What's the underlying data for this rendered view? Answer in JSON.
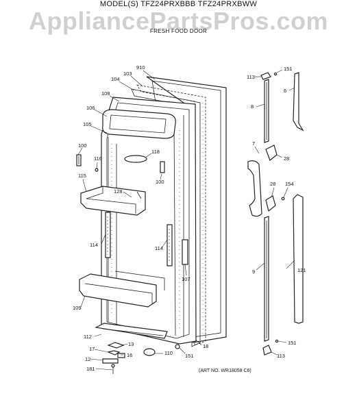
{
  "header": {
    "title": "MODEL(S) TFZ24PRXBBB  TFZ24PRXBWW",
    "subtitle": "FRESH FOOD DOOR",
    "watermark": "AppliancePartsPros.com"
  },
  "footer": {
    "art_no": "(ART NO. WR18058 C6)"
  },
  "callouts": [
    {
      "id": "910"
    },
    {
      "id": "103"
    },
    {
      "id": "104"
    },
    {
      "id": "108"
    },
    {
      "id": "106"
    },
    {
      "id": "105"
    },
    {
      "id": "100"
    },
    {
      "id": "116"
    },
    {
      "id": "115"
    },
    {
      "id": "118"
    },
    {
      "id": "128"
    },
    {
      "id": "100"
    },
    {
      "id": "114"
    },
    {
      "id": "114"
    },
    {
      "id": "107"
    },
    {
      "id": "109"
    },
    {
      "id": "112"
    },
    {
      "id": "13"
    },
    {
      "id": "17"
    },
    {
      "id": "16"
    },
    {
      "id": "12"
    },
    {
      "id": "181"
    },
    {
      "id": "110"
    },
    {
      "id": "151"
    },
    {
      "id": "18"
    },
    {
      "id": "113"
    },
    {
      "id": "151"
    },
    {
      "id": "6"
    },
    {
      "id": "8"
    },
    {
      "id": "7"
    },
    {
      "id": "28"
    },
    {
      "id": "28"
    },
    {
      "id": "154"
    },
    {
      "id": "9"
    },
    {
      "id": "121"
    },
    {
      "id": "151"
    },
    {
      "id": "113"
    }
  ]
}
